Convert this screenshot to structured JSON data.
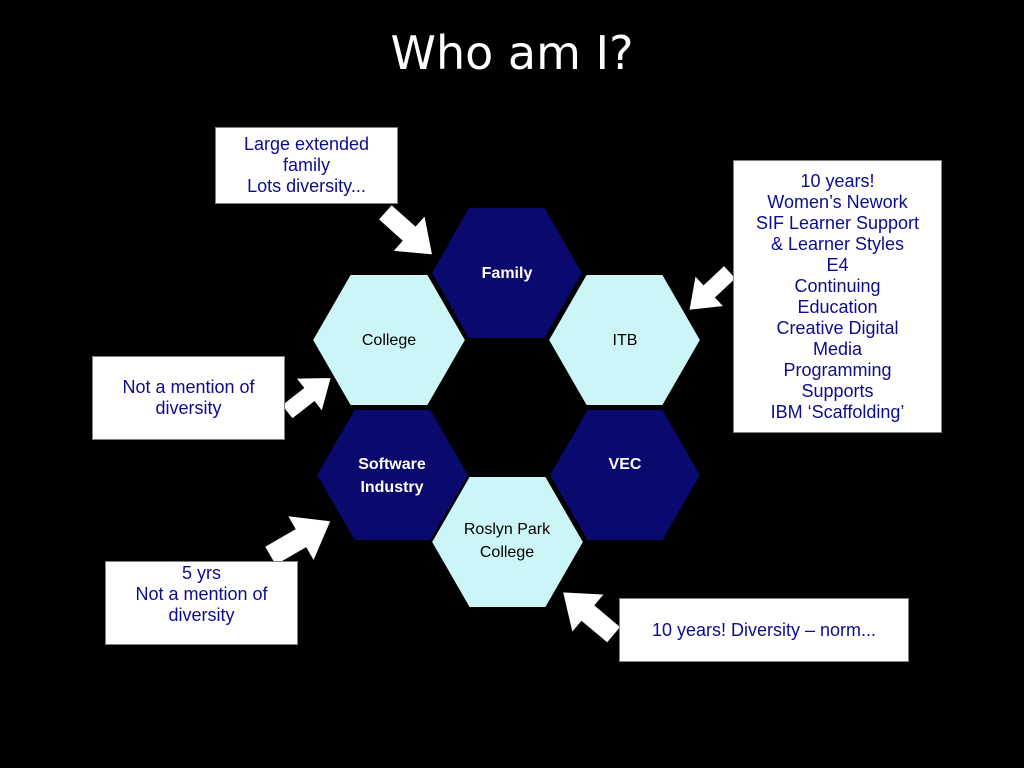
{
  "title": "Who am I?",
  "colors": {
    "background": "#000000",
    "dark_hex": "#0a0a6e",
    "light_hex": "#ccf5f7",
    "note_text": "#0d0d8c",
    "arrow": "#ffffff"
  },
  "hexagons": {
    "family": {
      "lines": [
        "Family"
      ]
    },
    "college": {
      "lines": [
        "College"
      ]
    },
    "itb": {
      "lines": [
        "ITB"
      ]
    },
    "software_industry": {
      "lines": [
        "Software",
        "Industry"
      ]
    },
    "vec": {
      "lines": [
        "VEC"
      ]
    },
    "roslyn_park": {
      "lines": [
        "Roslyn Park",
        "College"
      ]
    }
  },
  "notes": {
    "family_note": {
      "lines": [
        "Large extended",
        "family",
        "Lots diversity..."
      ]
    },
    "itb_note": {
      "lines": [
        "10 years!",
        "Women’s Nework",
        "SIF Learner Support",
        "& Learner Styles",
        "E4",
        "Continuing",
        "Education",
        "Creative Digital",
        "Media",
        "Programming",
        "Supports",
        "IBM ‘Scaffolding’"
      ]
    },
    "college_note": {
      "lines": [
        "Not a mention of",
        "diversity"
      ]
    },
    "software_note": {
      "lines": [
        "5 yrs",
        "Not a mention of",
        "diversity"
      ]
    },
    "roslyn_note": {
      "lines": [
        "10 years! Diversity – norm..."
      ]
    }
  }
}
